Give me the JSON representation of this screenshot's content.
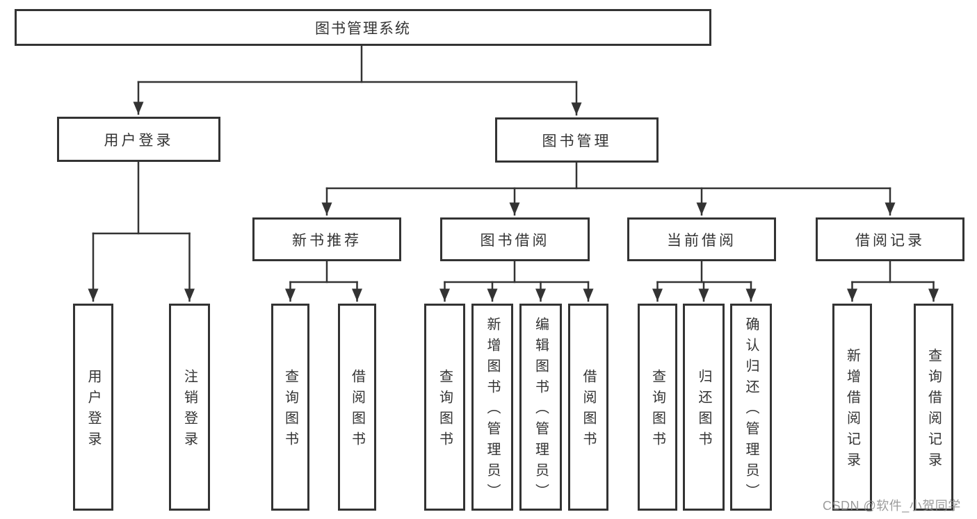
{
  "diagram_title": "图书管理系统",
  "tree": {
    "label": "图书管理系统",
    "children": [
      {
        "label": "用户登录",
        "children": [
          {
            "label": "用户登录"
          },
          {
            "label": "注销登录"
          }
        ]
      },
      {
        "label": "图书管理",
        "children": [
          {
            "label": "新书推荐",
            "children": [
              {
                "label": "查询图书"
              },
              {
                "label": "借阅图书"
              }
            ]
          },
          {
            "label": "图书借阅",
            "children": [
              {
                "label": "查询图书"
              },
              {
                "label": "新增图书（管理员）"
              },
              {
                "label": "编辑图书（管理员）"
              },
              {
                "label": "借阅图书"
              }
            ]
          },
          {
            "label": "当前借阅",
            "children": [
              {
                "label": "查询图书"
              },
              {
                "label": "归还图书"
              },
              {
                "label": "确认归还（管理员）"
              }
            ]
          },
          {
            "label": "借阅记录",
            "children": [
              {
                "label": "新增借阅记录"
              },
              {
                "label": "查询借阅记录"
              }
            ]
          }
        ]
      }
    ]
  },
  "watermark": "CSDN @软件_小贺同学",
  "colors": {
    "line": "#333333",
    "box_border": "#333333",
    "box_fill": "#ffffff",
    "text": "#333333",
    "watermark": "#8a8a8a",
    "background": "#ffffff"
  }
}
